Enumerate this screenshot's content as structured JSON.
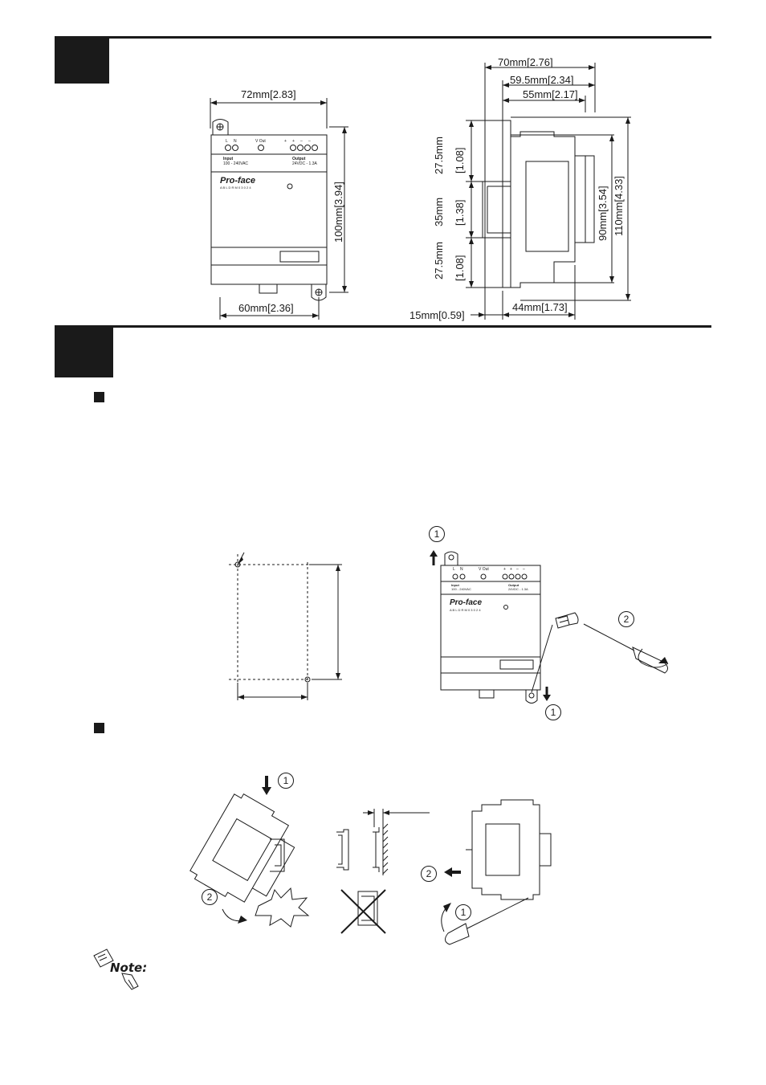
{
  "front_view": {
    "width_top": "72mm[2.83]",
    "height_right": "100mm[3.94]",
    "width_bottom": "60mm[2.36]",
    "terminal_labels": [
      "L",
      "N",
      "V Out",
      "+",
      "+",
      "–",
      "–"
    ],
    "input_label": "Input",
    "input_spec": "100 - 240VAC",
    "output_label": "Output",
    "output_spec": "24VDC - 1.3A",
    "brand": "Pro-face",
    "model": "A B L D R M 0 3 0 2 4"
  },
  "side_view": {
    "depth_total": "70mm[2.76]",
    "depth_mid": "59.5mm[2.34]",
    "depth_inner": "55mm[2.17]",
    "left_upper_mm": "27.5mm",
    "left_upper_in": "[1.08]",
    "left_mid_mm": "35mm",
    "left_mid_in": "[1.38]",
    "left_lower_mm": "27.5mm",
    "left_lower_in": "[1.08]",
    "height_inner": "90mm[3.54]",
    "height_total": "110mm[4.33]",
    "rail_offset": "15mm[0.59]",
    "bottom_depth": "44mm[1.73]"
  },
  "mounting": {
    "step1": "1",
    "step2": "2"
  },
  "din_rail": {
    "step1": "1",
    "step2": "2"
  },
  "note_label": "Note:",
  "colors": {
    "ink": "#1a1a1a",
    "paper": "#ffffff"
  }
}
